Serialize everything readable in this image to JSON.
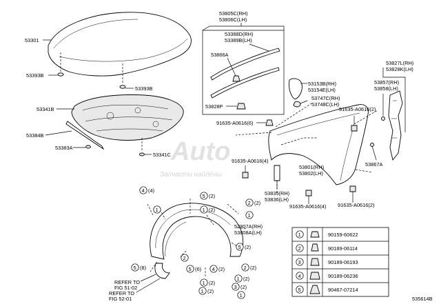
{
  "diagram_code": "535614B",
  "watermark": {
    "brand": "Auto",
    "subtitle": "Запчасти найдены"
  },
  "labels": {
    "hood": "53301",
    "hood_cushion_l": "53393B",
    "hood_cushion_r": "53393B",
    "insulator": "53341B",
    "seal_a": "53384B",
    "seal_b": "53383A",
    "insulator_clip": "53341C",
    "cowl_rh": "53805C(RH)",
    "cowl_lh": "53806C(LH)",
    "molding_rh": "53388D(RH)",
    "molding_lh": "53389B(LH)",
    "seal_866": "53866A",
    "clip_828": "53828P",
    "ext_rh": "53153B(RH)",
    "ext_lh": "53154E(LH)",
    "ext2_rh": "53747C(RH)",
    "ext2_lh": "53748C(LH)",
    "bolt_6": "91635-A0616(6)",
    "bolt_2a": "91635-A0616(2)",
    "bolt_4": "91635-A0616(4)",
    "bolt_4b": "91635-A0616(4)",
    "bolt_2b": "91635-A0616(2)",
    "bracket_rh": "53827L(RH)",
    "bracket_lh": "53828K(LH)",
    "protector_rh": "53857(RH)",
    "protector_lh": "53858(LH)",
    "seal_867": "53867A",
    "fender_rh": "53801(RH)",
    "fender_lh": "53802(LH)",
    "liner_rh": "53835(RH)",
    "liner_lh": "53836(LH)",
    "shield_rh": "53807A(RH)",
    "shield_lh": "53808A(LH)",
    "refer_a1": "REFER TO",
    "refer_a2": "FIG 51-02",
    "refer_b1": "REFER TO",
    "refer_b2": "FIG 52-01"
  },
  "callouts": [
    {
      "num": "4",
      "qty": "(4)"
    },
    {
      "num": "1",
      "qty": ""
    },
    {
      "num": "5",
      "qty": "(2)"
    },
    {
      "num": "1",
      "qty": "(2)"
    },
    {
      "num": "2",
      "qty": "(2)"
    },
    {
      "num": "1",
      "qty": ""
    },
    {
      "num": "5",
      "qty": "(2)"
    },
    {
      "num": "2",
      "qty": ""
    },
    {
      "num": "5",
      "qty": "(6)"
    },
    {
      "num": "4",
      "qty": "(2)"
    },
    {
      "num": "1",
      "qty": "(2)"
    },
    {
      "num": "5",
      "qty": "(8)"
    },
    {
      "num": "2",
      "qty": "(2)"
    },
    {
      "num": "1",
      "qty": "(2)"
    },
    {
      "num": "3",
      "qty": "(2)"
    },
    {
      "num": "1",
      "qty": "(2)"
    },
    {
      "num": "1",
      "qty": ""
    }
  ],
  "fastener_table": [
    {
      "num": "1",
      "part": "90159-60622"
    },
    {
      "num": "2",
      "part": "90189-06114"
    },
    {
      "num": "3",
      "part": "90189-06193"
    },
    {
      "num": "4",
      "part": "90189-06236"
    },
    {
      "num": "5",
      "part": "90467-07214"
    }
  ]
}
